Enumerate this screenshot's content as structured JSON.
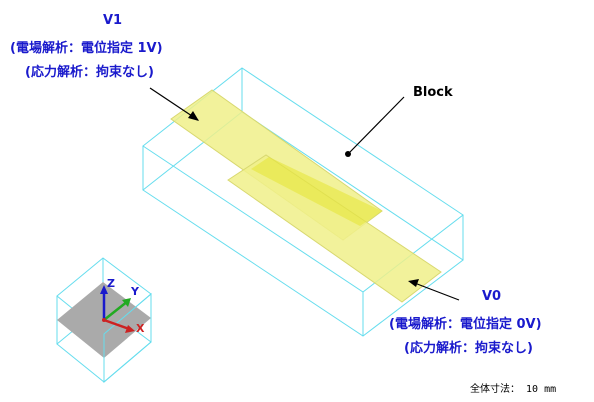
{
  "labels": {
    "v1_title": "V1",
    "v1_line1": "(電場解析：電位指定 1V)",
    "v1_line2": "(応力解析：拘束なし)",
    "block": "Block",
    "v0_title": "V0",
    "v0_line1": "(電場解析：電位指定 0V)",
    "v0_line2": "(応力解析：拘束なし)",
    "scale": "全体寸法： 10 mm"
  },
  "axes": {
    "x": "X",
    "y": "Y",
    "z": "Z"
  },
  "colors": {
    "label_text": "#1a1acc",
    "block_edges": "#66ddee",
    "electrode_fill": "#f0f08a",
    "axis_x": "#cc2222",
    "axis_y": "#22aa22",
    "axis_z": "#1a1acc"
  }
}
